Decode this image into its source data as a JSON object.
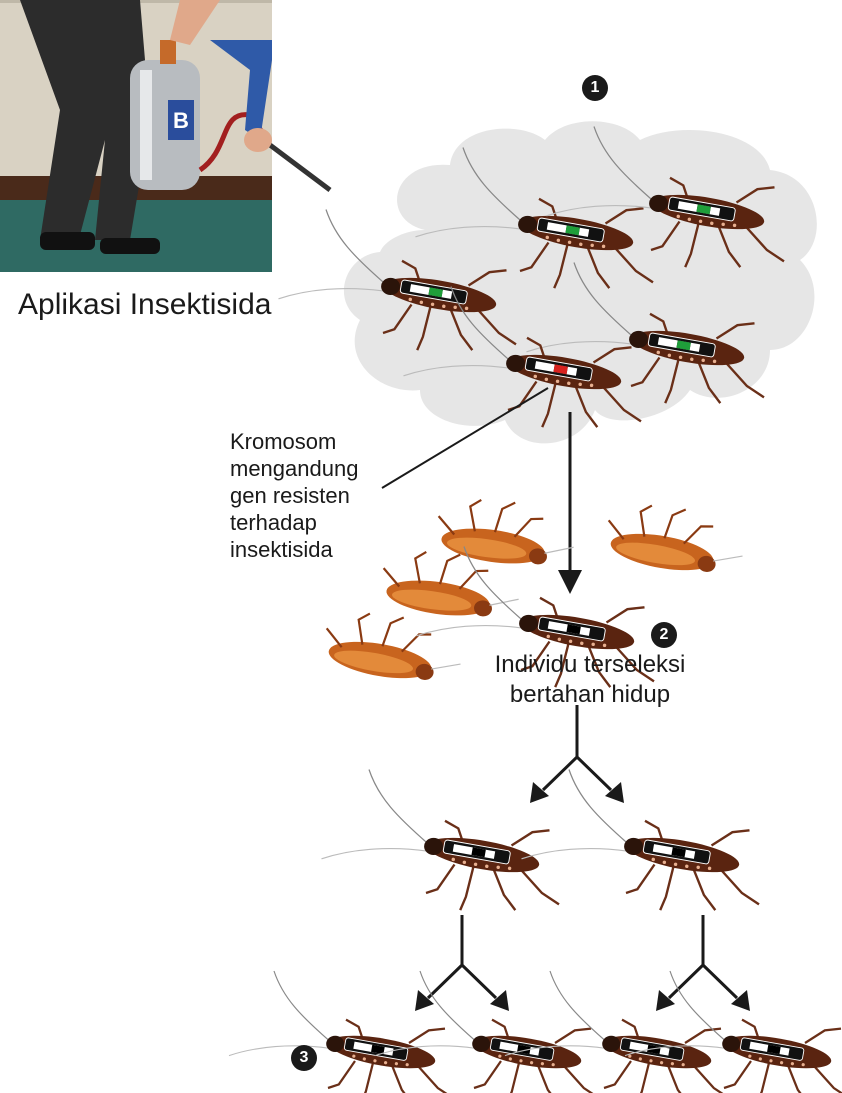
{
  "photo": {
    "caption": "Aplikasi Insektisida",
    "sprayer_label": "B"
  },
  "notes": {
    "chromosome": [
      "Kromosom",
      "mengandung",
      "gen resisten",
      "terhadap",
      "insektisida"
    ],
    "selected": [
      "Individu terseleksi",
      "bertahan hidup"
    ]
  },
  "steps": [
    "1",
    "2",
    "3"
  ],
  "colors": {
    "susceptible_gene": "#1f9e3a",
    "resistant_gene": "#d8231f",
    "cloud": "#e6e6e6",
    "dead_cockroach": "#c8641e",
    "arrow": "#1a1a1a"
  }
}
